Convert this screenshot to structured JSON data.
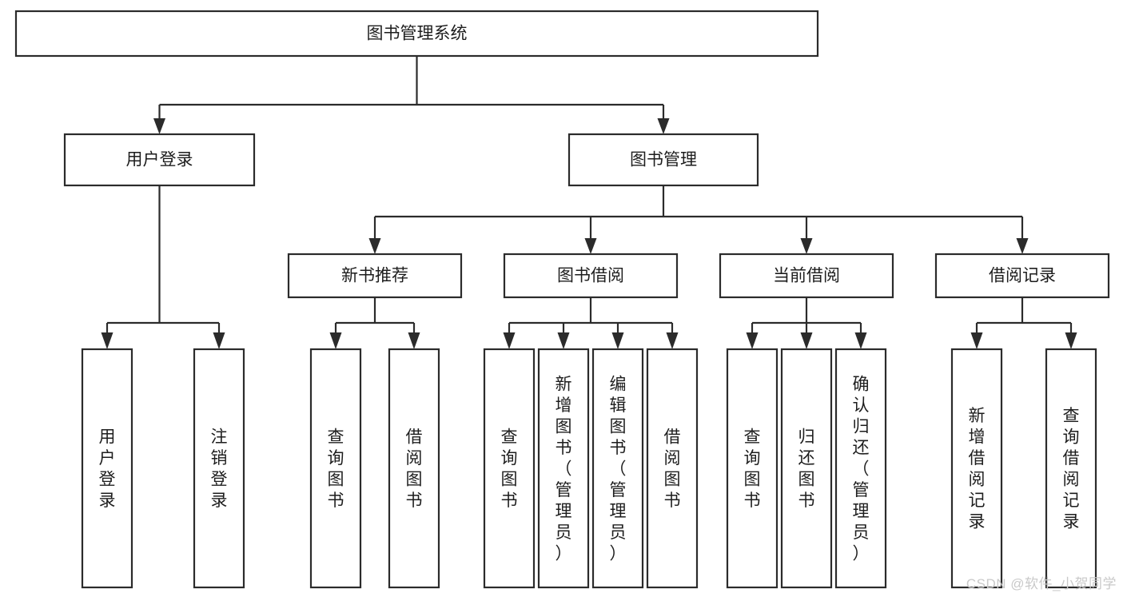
{
  "diagram": {
    "title_node": {
      "label": "图书管理系统"
    },
    "level2": [
      {
        "id": "user-login",
        "label": "用户登录"
      },
      {
        "id": "book-management",
        "label": "图书管理"
      }
    ],
    "level3": [
      {
        "id": "new-book-recommend",
        "label": "新书推荐",
        "parent": "book-management"
      },
      {
        "id": "book-borrow",
        "label": "图书借阅",
        "parent": "book-management"
      },
      {
        "id": "current-borrow",
        "label": "当前借阅",
        "parent": "book-management"
      },
      {
        "id": "borrow-record",
        "label": "借阅记录",
        "parent": "book-management"
      }
    ],
    "leaves": [
      {
        "id": "leaf-user-login",
        "label": "用户登录",
        "parent": "user-login"
      },
      {
        "id": "leaf-logout-login",
        "label": "注销登录",
        "parent": "user-login"
      },
      {
        "id": "leaf-query-book-1",
        "label": "查询图书",
        "parent": "new-book-recommend"
      },
      {
        "id": "leaf-borrow-book-1",
        "label": "借阅图书",
        "parent": "new-book-recommend"
      },
      {
        "id": "leaf-query-book-2",
        "label": "查询图书",
        "parent": "book-borrow"
      },
      {
        "id": "leaf-add-book",
        "label": "新增图书（管理员）",
        "parent": "book-borrow"
      },
      {
        "id": "leaf-edit-book",
        "label": "编辑图书（管理员）",
        "parent": "book-borrow"
      },
      {
        "id": "leaf-borrow-book-2",
        "label": "借阅图书",
        "parent": "book-borrow"
      },
      {
        "id": "leaf-query-book-3",
        "label": "查询图书",
        "parent": "current-borrow"
      },
      {
        "id": "leaf-return-book",
        "label": "归还图书",
        "parent": "current-borrow"
      },
      {
        "id": "leaf-confirm-return",
        "label": "确认归还（管理员）",
        "parent": "current-borrow"
      },
      {
        "id": "leaf-add-record",
        "label": "新增借阅记录",
        "parent": "borrow-record"
      },
      {
        "id": "leaf-query-record",
        "label": "查询借阅记录",
        "parent": "borrow-record"
      }
    ],
    "watermark": "CSDN @软件_小贺同学",
    "colors": {
      "stroke": "#2b2b2b",
      "fill": "#ffffff",
      "text": "#1d1d1d",
      "watermark": "#c9c9c9"
    }
  }
}
